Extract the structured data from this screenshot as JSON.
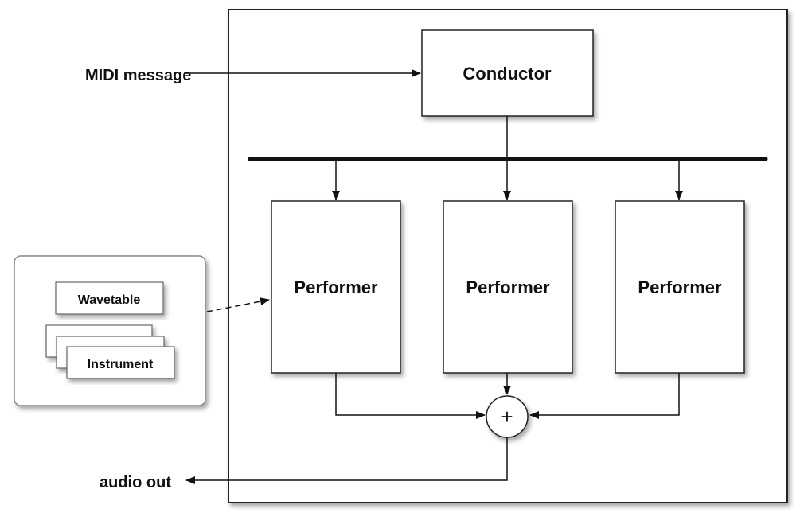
{
  "diagram": {
    "input_label": "MIDI message",
    "output_label": "audio out",
    "conductor": {
      "label": "Conductor"
    },
    "performers": [
      {
        "label": "Performer"
      },
      {
        "label": "Performer"
      },
      {
        "label": "Performer"
      }
    ],
    "mixer": {
      "symbol": "+"
    },
    "resources": {
      "wavetable": "Wavetable",
      "instrument": "Instrument"
    }
  }
}
